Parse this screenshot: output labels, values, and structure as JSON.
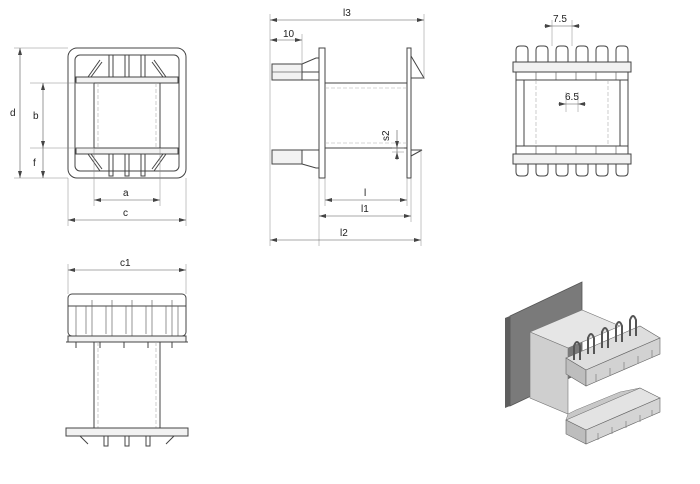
{
  "dimensions": {
    "d": "d",
    "b": "b",
    "f": "f",
    "a": "a",
    "c": "c",
    "l3": "l3",
    "ten": "10",
    "s2": "s2",
    "l": "l",
    "l1": "l1",
    "l2": "l2",
    "pitch": "7.5",
    "slot": "6.5",
    "c1": "c1"
  },
  "colors": {
    "line": "#444444",
    "fill_light": "#f2f2f2",
    "render_dark": "#7a7a7a",
    "render_light": "#e3e3e3"
  }
}
